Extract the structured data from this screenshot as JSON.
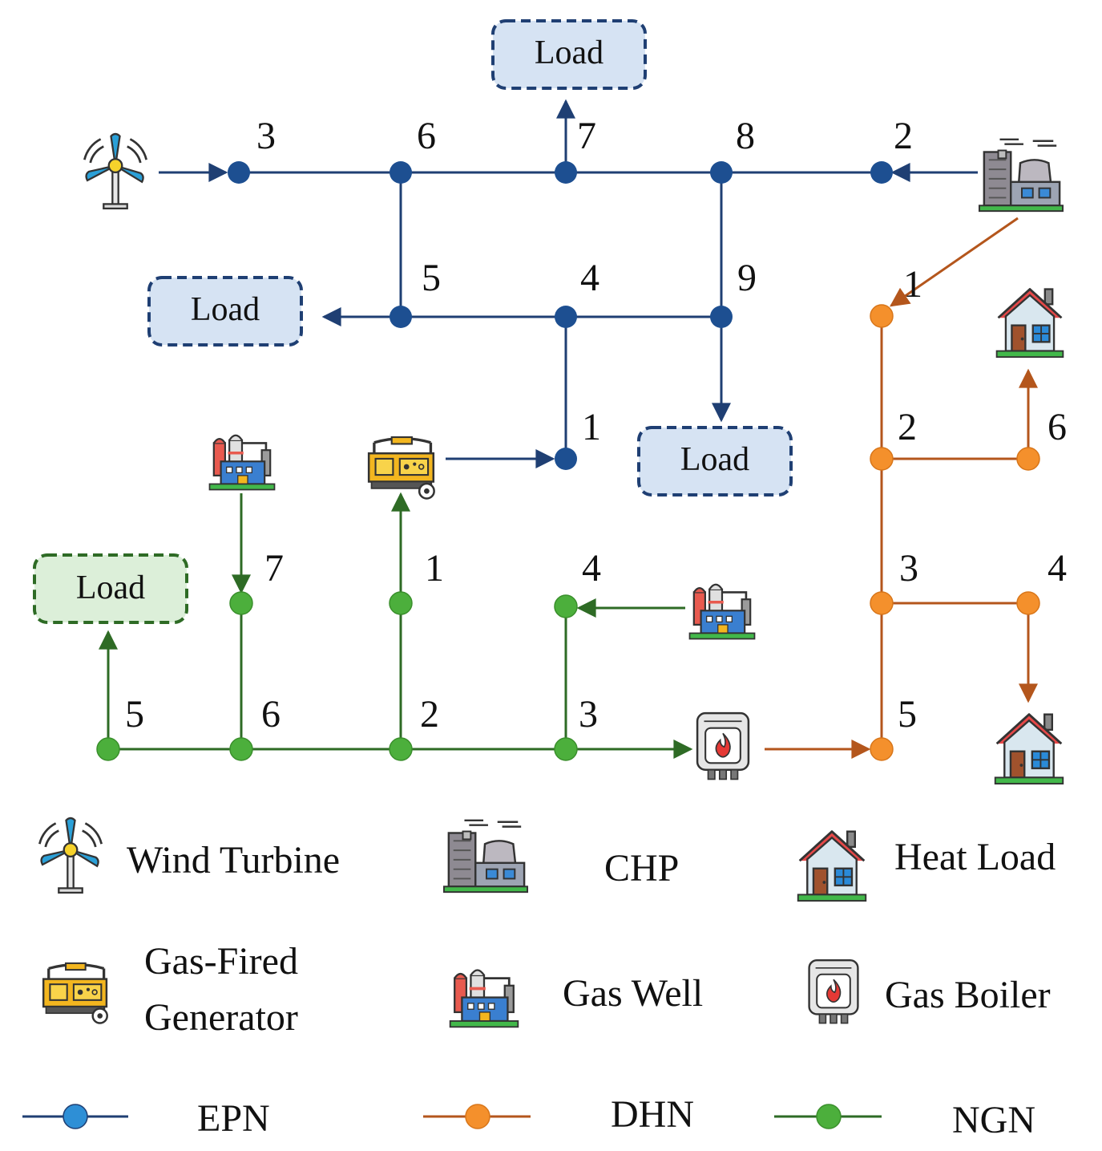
{
  "colors": {
    "epn_line": "#1f3f73",
    "epn_node": "#1d4f91",
    "dhn_line": "#b4561c",
    "dhn_node": "#f4902c",
    "ngn_line": "#2e6b25",
    "ngn_node": "#4caf3c",
    "epn_load_fill": "#d6e3f3",
    "ngn_load_fill": "#dcefd9"
  },
  "load_label": "Load",
  "epn_nodes": {
    "n1": "1",
    "n2": "2",
    "n3": "3",
    "n4": "4",
    "n5": "5",
    "n6": "6",
    "n7": "7",
    "n8": "8",
    "n9": "9"
  },
  "dhn_nodes": {
    "n1": "1",
    "n2": "2",
    "n3": "3",
    "n4": "4",
    "n5": "5",
    "n6": "6"
  },
  "ngn_nodes": {
    "n1": "1",
    "n2": "2",
    "n3": "3",
    "n4": "4",
    "n5": "5",
    "n6": "6",
    "n7": "7"
  },
  "legend": {
    "wind_turbine": "Wind Turbine",
    "chp": "CHP",
    "heat_load": "Heat Load",
    "gas_fired_generator_line1": "Gas-Fired",
    "gas_fired_generator_line2": "Generator",
    "gas_well": "Gas Well",
    "gas_boiler": "Gas Boiler",
    "epn": "EPN",
    "dhn": "DHN",
    "ngn": "NGN"
  },
  "icons": [
    "wind-turbine-icon",
    "chp-plant-icon",
    "house-icon",
    "generator-icon",
    "gas-well-icon",
    "gas-boiler-icon"
  ]
}
